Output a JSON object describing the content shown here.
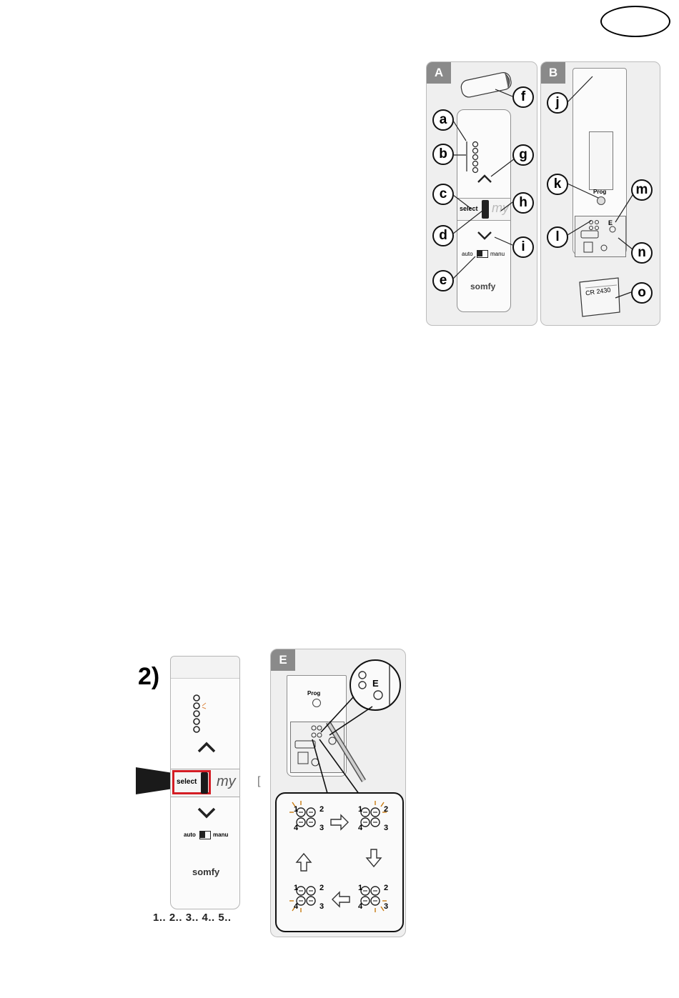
{
  "language_badge": "",
  "figure_A": {
    "tag": "A",
    "callouts": [
      "a",
      "b",
      "c",
      "d",
      "e",
      "f",
      "g",
      "h",
      "i"
    ],
    "select_label": "select",
    "my_label": "my",
    "auto_label": "auto",
    "manu_label": "manu",
    "brand": "somfy"
  },
  "figure_B": {
    "tag": "B",
    "callouts": [
      "j",
      "k",
      "l",
      "m",
      "n",
      "o"
    ],
    "prog_label": "Prog",
    "battery_text": "CR 2430",
    "e_label": "E"
  },
  "step_2": {
    "label": "2)",
    "select_label": "select",
    "my_label": "my",
    "auto_label": "auto",
    "manu_label": "manu",
    "brand": "somfy",
    "counting": "1.. 2.. 3.. 4.. 5..",
    "bracket": "["
  },
  "figure_E": {
    "tag": "E",
    "prog_label": "Prog",
    "e_label": "E",
    "led_numbers": [
      "1",
      "2",
      "3",
      "4"
    ]
  },
  "colors": {
    "highlight": "#d41c24",
    "panel": "#efefef",
    "tag": "#8a8a8a"
  }
}
